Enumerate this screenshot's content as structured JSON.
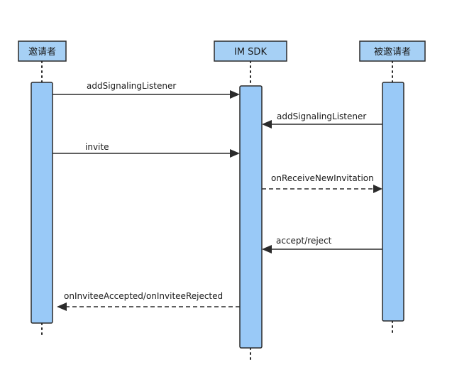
{
  "diagram": {
    "participants": [
      {
        "id": "inviter",
        "label": "邀请者"
      },
      {
        "id": "sdk",
        "label": "IM SDK"
      },
      {
        "id": "invitee",
        "label": "被邀请者"
      }
    ],
    "messages": [
      {
        "label": "addSignalingListener",
        "from": "inviter",
        "to": "sdk",
        "style": "solid"
      },
      {
        "label": "addSignalingListener",
        "from": "invitee",
        "to": "sdk",
        "style": "solid"
      },
      {
        "label": "invite",
        "from": "inviter",
        "to": "sdk",
        "style": "solid"
      },
      {
        "label": "onReceiveNewInvitation",
        "from": "sdk",
        "to": "invitee",
        "style": "dashed"
      },
      {
        "label": "accept/reject",
        "from": "invitee",
        "to": "sdk",
        "style": "solid"
      },
      {
        "label": "onInviteeAccepted/onInviteeRejected",
        "from": "sdk",
        "to": "inviter",
        "style": "dashed"
      }
    ],
    "colors": {
      "participant_fill": "#a6d0f5",
      "activation_fill": "#99c9f7",
      "stroke": "#2b2b2b"
    }
  }
}
